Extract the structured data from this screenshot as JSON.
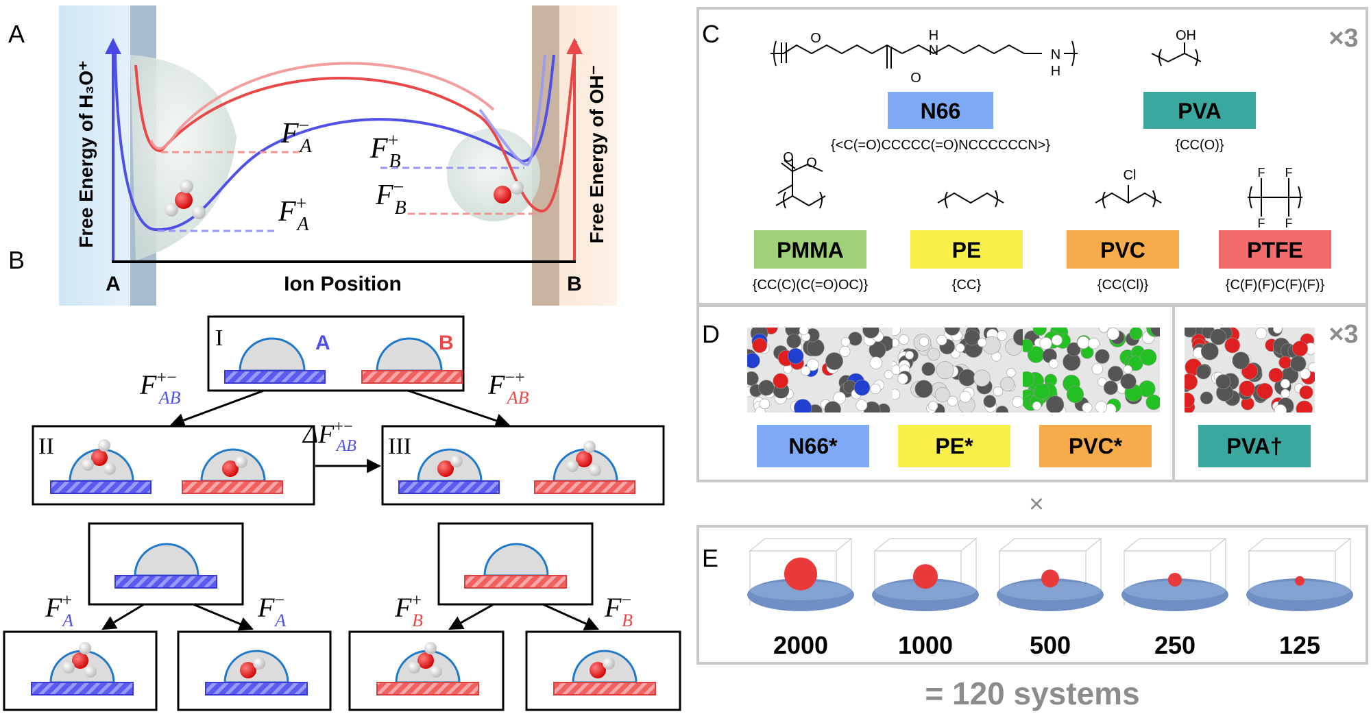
{
  "panel_letters": {
    "a": "A",
    "b": "B",
    "c": "C",
    "d": "D",
    "e": "E"
  },
  "panel_a": {
    "y_left": "Free Energy of H₃O⁺",
    "y_right": "Free Energy of OH⁻",
    "x_label": "Ion Position",
    "end_left": "A",
    "end_right": "B",
    "labels": {
      "fa_minus": {
        "base": "F",
        "sup": "−",
        "sub": "A"
      },
      "fa_plus": {
        "base": "F",
        "sup": "+",
        "sub": "A"
      },
      "fb_plus": {
        "base": "F",
        "sup": "+",
        "sub": "B"
      },
      "fb_minus": {
        "base": "F",
        "sup": "−",
        "sub": "B"
      }
    },
    "colors": {
      "h3o": "#5050e8",
      "oh": "#e84848",
      "h3o_light": "#9898f4",
      "oh_light": "#f29494"
    }
  },
  "panel_b": {
    "state1": {
      "numeral": "I",
      "lbl_a": "A",
      "lbl_b": "B"
    },
    "state2": {
      "numeral": "II"
    },
    "state3": {
      "numeral": "III"
    },
    "arrows": {
      "left": {
        "base": "F",
        "sup": "+−",
        "sub": "AB"
      },
      "right": {
        "base": "F",
        "sup": "−+",
        "sub": "AB"
      },
      "middle": {
        "base": "ΔF",
        "sup": "+−",
        "sub": "AB"
      },
      "a_plus": {
        "base": "F",
        "sup": "+",
        "sub": "A"
      },
      "a_minus": {
        "base": "F",
        "sup": "−",
        "sub": "A"
      },
      "b_plus": {
        "base": "F",
        "sup": "+",
        "sub": "B"
      },
      "b_minus": {
        "base": "F",
        "sup": "−",
        "sub": "B"
      }
    }
  },
  "panel_c": {
    "multiplier": "×3",
    "polymers": [
      {
        "name": "N66",
        "smiles": "{<C(=O)CCCCC(=O)NCCCCCCN>}",
        "color": "#7eaaf5"
      },
      {
        "name": "PVA",
        "smiles": "{CC(O)}",
        "color": "#3ba89f"
      },
      {
        "name": "PMMA",
        "smiles": "{CC(C)(C(=O)OC)}",
        "color": "#9fd07a"
      },
      {
        "name": "PE",
        "smiles": "{CC}",
        "color": "#f7ef4a"
      },
      {
        "name": "PVC",
        "smiles": "{CC(Cl)}",
        "color": "#f7ac4c"
      },
      {
        "name": "PTFE",
        "smiles": "{C(F)(F)C(F)(F)}",
        "color": "#f26b6b"
      }
    ],
    "atoms": {
      "o": "O",
      "n_h": "H",
      "n": "N",
      "nh_h": "H",
      "nh_n": "N",
      "oh": "OH",
      "cl": "Cl",
      "f": "F"
    }
  },
  "panel_d": {
    "multiplier": "×3",
    "labels": [
      {
        "name": "N66*",
        "color": "#7eaaf5"
      },
      {
        "name": "PE*",
        "color": "#f7ef4a"
      },
      {
        "name": "PVC*",
        "color": "#f7ac4c"
      },
      {
        "name": "PVA†",
        "color": "#3ba89f"
      }
    ]
  },
  "times_between": "×",
  "panel_e": {
    "droplet_sizes": [
      "2000",
      "1000",
      "500",
      "250",
      "125"
    ]
  },
  "total": "= 120 systems"
}
